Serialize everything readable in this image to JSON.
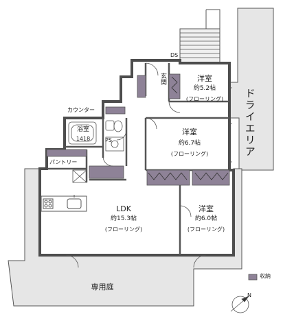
{
  "labels": {
    "ds": "DS",
    "genkan": "玄関",
    "yoshitsu_a": {
      "name": "洋室",
      "size": "約5.2帖",
      "floor": "(フローリング)"
    },
    "yoshitsu_b": {
      "name": "洋室",
      "size": "約6.7帖",
      "floor": "(フローリング)"
    },
    "yoshitsu_c": {
      "name": "洋室",
      "size": "約6.0帖",
      "floor": "(フローリング)"
    },
    "dry_area": "ドライエリア",
    "counter": "カウンター",
    "bath": {
      "name": "浴室",
      "size": "1418"
    },
    "ps": "PS",
    "pantry": "パントリー",
    "ldk": {
      "name": "LDK",
      "size": "約15.3帖",
      "floor": "(フローリング)"
    },
    "garden": "専用庭",
    "legend_storage": "収納",
    "north": "N"
  },
  "colors": {
    "storage": "#8e8297",
    "wall": "#5a5a5a",
    "garden_fill": "#e8e8e8",
    "dry_area_fill": "#e8e8e8",
    "stairs_fill": "#ededed"
  }
}
